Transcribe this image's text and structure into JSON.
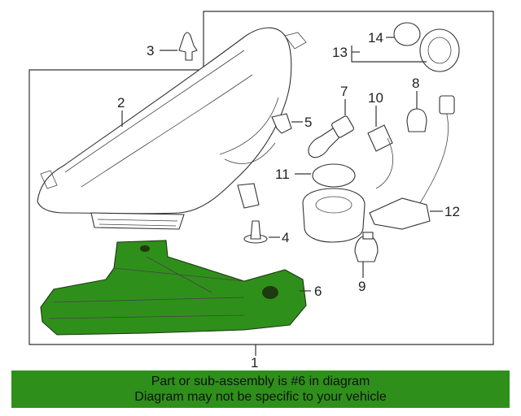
{
  "diagram": {
    "callouts": {
      "c1": "1",
      "c2": "2",
      "c3": "3",
      "c4": "4",
      "c5": "5",
      "c6": "6",
      "c7": "7",
      "c8": "8",
      "c9": "9",
      "c10": "10",
      "c11": "11",
      "c12": "12",
      "c13": "13",
      "c14": "14"
    },
    "highlight_color": "#2f8f1b",
    "highlighted_callout": "6"
  },
  "banner": {
    "line1": "Part or sub-assembly is #6 in diagram",
    "line2": "Diagram may not be specific to your vehicle",
    "background": "#2f8f1b"
  }
}
